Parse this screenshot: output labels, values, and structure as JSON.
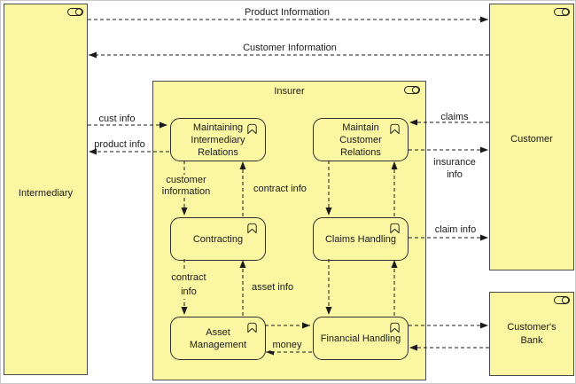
{
  "colors": {
    "node_fill": "#faf6a1",
    "node_border": "#4a4a4a",
    "func_border": "#2e2e2e",
    "line": "#1a1a1a"
  },
  "icons": {
    "business_role": "stadium-with-circle",
    "business_function": "arch-chevron"
  },
  "nodes": {
    "intermediary": {
      "label": "Intermediary"
    },
    "customer": {
      "label": "Customer"
    },
    "customers_bank": {
      "label": "Customer's\nBank"
    },
    "insurer": {
      "label": "Insurer"
    },
    "maintaining_intermediary_relations": {
      "label": "Maintaining\nIntermediary\nRelations"
    },
    "maintain_customer_relations": {
      "label": "Maintain\nCustomer\nRelations"
    },
    "contracting": {
      "label": "Contracting"
    },
    "claims_handling": {
      "label": "Claims Handling"
    },
    "asset_management": {
      "label": "Asset\nManagement"
    },
    "financial_handling": {
      "label": "Financial Handling"
    }
  },
  "flows": {
    "product_information": {
      "label": "Product Information"
    },
    "customer_information": {
      "label": "Customer Information"
    },
    "cust_info": {
      "label": "cust info"
    },
    "product_info": {
      "label": "product info"
    },
    "claims": {
      "label": "claims"
    },
    "insurance_info": {
      "label": "insurance\ninfo"
    },
    "claim_info": {
      "label": "claim info"
    },
    "customer_information_inner": {
      "label": "customer\ninformation"
    },
    "contract_info_upper": {
      "label": "contract info"
    },
    "contract_info_lower": {
      "label": "contract\ninfo"
    },
    "asset_info": {
      "label": "asset info"
    },
    "money": {
      "label": "money"
    }
  }
}
